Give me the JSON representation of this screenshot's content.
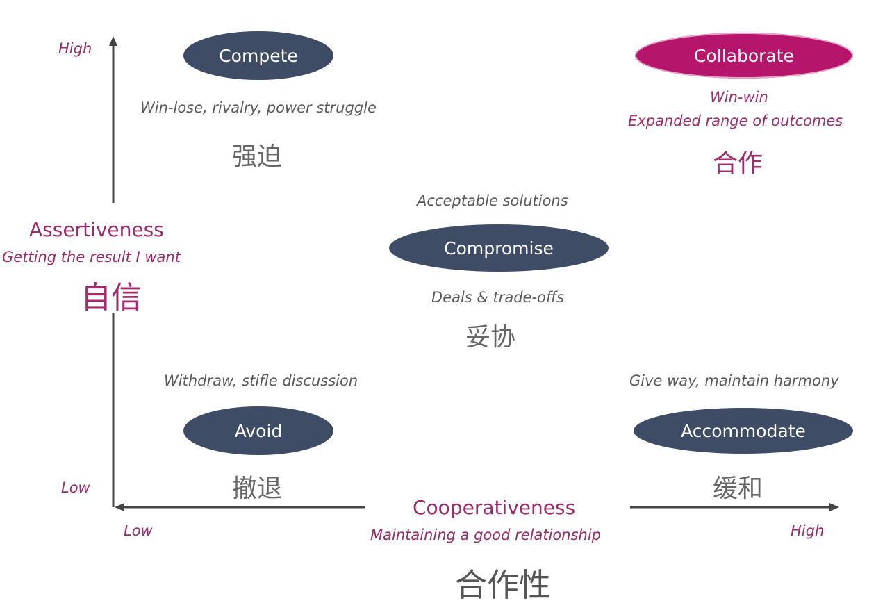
{
  "colors": {
    "navy": "#3f4c66",
    "magenta": "#b5166b",
    "axis_text": "#9c2a68",
    "axis_line": "#444444"
  },
  "y_axis": {
    "title": "Assertiveness",
    "subtitle": "Getting the result I want",
    "zh": "自信",
    "high": "High",
    "low": "Low"
  },
  "x_axis": {
    "title": "Cooperativeness",
    "subtitle": "Maintaining a good relationship",
    "zh": "合作性",
    "low": "Low",
    "high": "High"
  },
  "modes": {
    "compete": {
      "label": "Compete",
      "desc": "Win-lose, rivalry, power struggle",
      "zh": "强迫"
    },
    "collaborate": {
      "label": "Collaborate",
      "desc1": "Win-win",
      "desc2": "Expanded range of outcomes",
      "zh": "合作"
    },
    "compromise": {
      "label": "Compromise",
      "desc_top": "Acceptable solutions",
      "desc_bottom": "Deals & trade-offs",
      "zh": "妥协"
    },
    "avoid": {
      "label": "Avoid",
      "desc": "Withdraw, stifle discussion",
      "zh": "撤退"
    },
    "accommodate": {
      "label": "Accommodate",
      "desc": "Give way, maintain harmony",
      "zh": "缓和"
    }
  }
}
